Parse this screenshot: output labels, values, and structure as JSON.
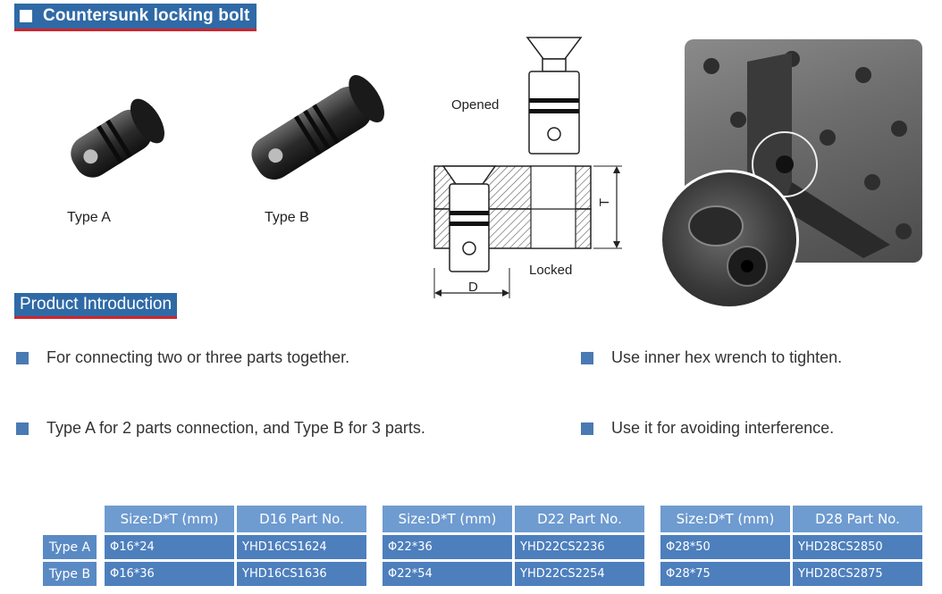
{
  "header": {
    "title": "Countersunk locking bolt"
  },
  "products": {
    "type_a": "Type A",
    "type_b": "Type B"
  },
  "diagram": {
    "opened": "Opened",
    "locked": "Locked",
    "dim_d": "D",
    "dim_t": "T"
  },
  "intro": {
    "title": "Product Introduction",
    "bullets": [
      "For connecting two or three parts together.",
      "Use inner hex wrench to tighten.",
      "Type A for 2 parts connection, and Type B for 3 parts.",
      "Use it for avoiding interference."
    ]
  },
  "tables": {
    "row_labels": [
      "Type A",
      "Type B"
    ],
    "size_header": "Size:D*T (mm)",
    "groups": [
      {
        "part_header": "D16 Part No.",
        "rows": [
          [
            "Φ16*24",
            "YHD16CS1624"
          ],
          [
            "Φ16*36",
            "YHD16CS1636"
          ]
        ]
      },
      {
        "part_header": "D22 Part No.",
        "rows": [
          [
            "Φ22*36",
            "YHD22CS2236"
          ],
          [
            "Φ22*54",
            "YHD22CS2254"
          ]
        ]
      },
      {
        "part_header": "D28 Part No.",
        "rows": [
          [
            "Φ28*50",
            "YHD28CS2850"
          ],
          [
            "Φ28*75",
            "YHD28CS2875"
          ]
        ]
      }
    ]
  },
  "colors": {
    "header_blue": "#2f6aa6",
    "underline_red": "#d0242b",
    "table_blue": "#5b8cc6"
  }
}
